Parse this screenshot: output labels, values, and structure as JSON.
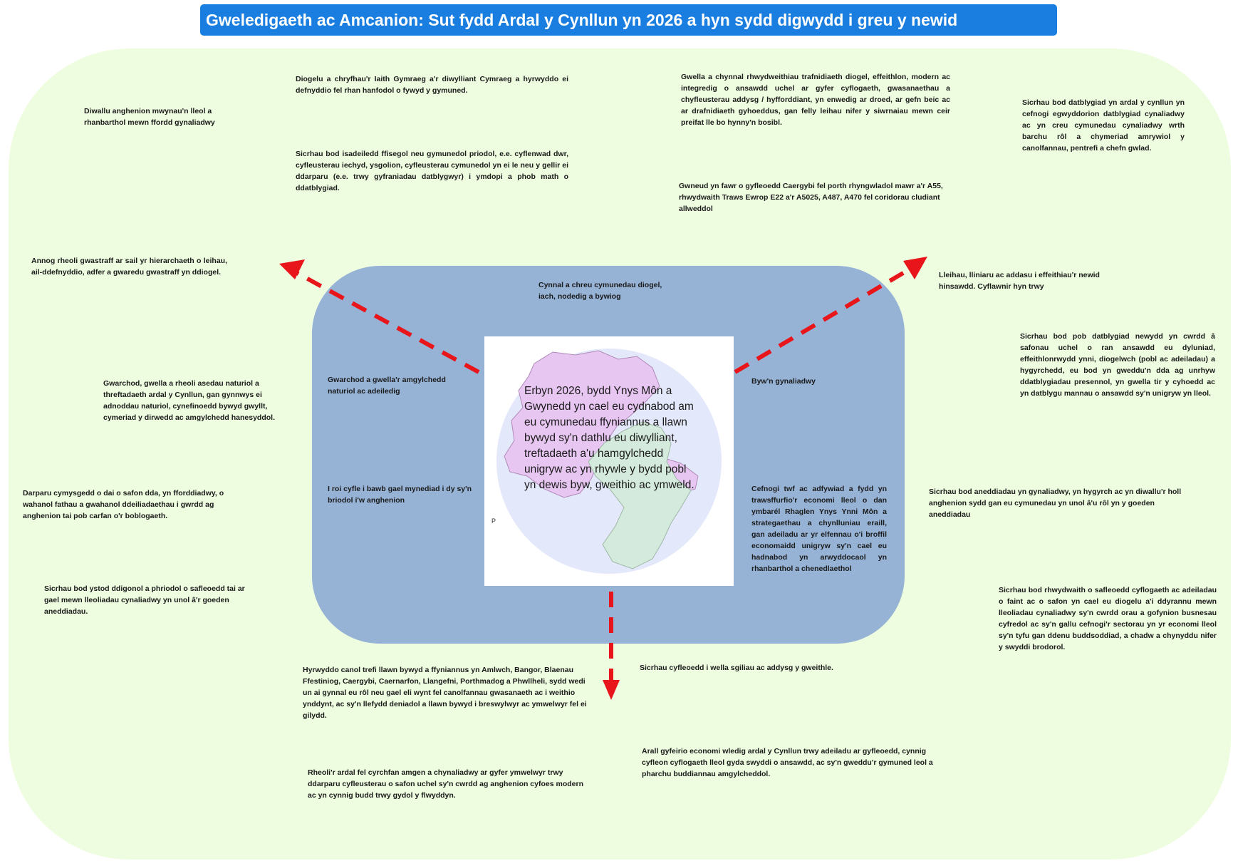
{
  "title": "Gweledigaeth ac Amcanion:  Sut fydd Ardal y Cynllun yn 2026 a hyn sydd digwydd i greu y newid",
  "vision": "Erbyn 2026, bydd Ynys Môn a Gwynedd yn cael eu cydnabod am eu cymunedau ffyniannus a llawn bywyd sy'n dathlu eu diwylliant, treftadaeth a'u hamgylchedd unigryw ac yn rhywle y bydd pobl yn dewis byw, gweithio ac ymweld.",
  "map_label": "P",
  "themes": {
    "communities": "Cynnal a chreu cymunedau diogel, iach, nodedig a bywiog",
    "environment": "Gwarchod a gwella'r amgylchedd naturiol ac adeiledig",
    "sustainable": "Byw'n gynaliadwy",
    "housing": "I roi cyfle i bawb gael mynediad i dy sy'n briodol i'w anghenion",
    "economy": "Cefnogi twf ac adfywiad a fydd yn trawsffurfio'r economi lleol o dan ymbarél Rhaglen Ynys Ynni Môn a strategaethau a chynlluniau eraill, gan adeiladu ar yr elfennau o'i broffil economaidd unigryw sy'n cael eu hadnabod yn arwyddocaol yn rhanbarthol a chenedlaethol"
  },
  "objectives": {
    "regional_needs": "Diwallu anghenion mwynau'n lleol a rhanbarthol mewn ffordd gynaliadwy",
    "welsh_language": "Diogelu a chryfhau'r Iaith Gymraeg a'r diwylliant Cymraeg a hyrwyddo ei defnyddio fel rhan hanfodol o fywyd y gymuned.",
    "infrastructure": "Sicrhau bod isadeiledd ffisegol neu gymunedol priodol, e.e. cyflenwad dwr, cyfleusterau iechyd, ysgolion, cyfleusterau cymunedol yn ei le neu y gellir ei ddarparu (e.e. trwy gyfraniadau datblygwyr) i ymdopi a phob math o ddatblygiad.",
    "transport": "Gwella a chynnal rhwydweithiau trafnidiaeth diogel, effeithlon, modern ac integredig o ansawdd uchel ar gyfer cyflogaeth, gwasanaethau a chyfleusterau addysg / hyfforddiant, yn enwedig ar droed, ar gefn beic ac ar drafnidiaeth gyhoeddus, gan felly leihau nifer y siwrnaiau mewn ceir preifat lle bo hynny'n bosibl.",
    "holyhead_port": "Gwneud yn fawr o gyfleoedd Caergybi fel porth rhyngwladol mawr a'r A55, rhwydwaith Traws Ewrop E22 a'r A5025, A487, A470 fel coridorau cludiant allweddol",
    "dev_patterns": "Sicrhau bod datblygiad yn ardal y cynllun yn cefnogi egwyddorion datblygiad cynaliadwy ac yn creu cymunedau cynaliadwy wrth barchu rôl a chymeriad amrywiol y canolfannau, pentrefi a chefn gwlad.",
    "waste": "Annog rheoli gwastraff ar sail yr hierarchaeth o leihau, ail-ddefnyddio, adfer a gwaredu gwastraff yn ddiogel.",
    "climate": "Lleihau, lliniaru ac addasu i effeithiau'r newid hinsawdd. Cyflawnir hyn trwy",
    "natural_assets": "Gwarchod, gwella a rheoli asedau naturiol a threftadaeth ardal y Cynllun, gan gynnwys ei adnoddau naturiol, cynefinoedd bywyd gwyllt, cymeriad y dirwedd ac amgylchedd hanesyddol.",
    "design_quality": "Sicrhau bod pob datblygiad newydd yn cwrdd â safonau uchel o ran ansawdd eu dyluniad, effeithlonrwydd ynni, diogelwch (pobl ac adeiladau) a hygyrchedd, eu bod yn gweddu'n dda ag unrhyw ddatblygiadau presennol, yn gwella tir y cyhoedd ac yn datblygu mannau o ansawdd sy'n unigryw yn lleol.",
    "housing_mix": "Darparu cymysgedd o dai o safon dda, yn fforddiadwy, o wahanol fathau a gwahanol ddeiliadaethau i gwrdd ag anghenion tai pob carfan o'r boblogaeth.",
    "settlement_housing": "Sicrhau bod aneddiadau yn gynaliadwy, yn hygyrch ac yn diwallu'r holl anghenion sydd gan eu cymunedau yn unol â'u rôl yn y goeden aneddiadau",
    "housing_stock": "Sicrhau bod ystod ddigonol a phriodol o safleoedd tai ar gael mewn lleoliadau cynaliadwy yn unol â'r goeden aneddiadau.",
    "employment_sites": "Sicrhau bod rhwydwaith o safleoedd cyflogaeth ac adeiladau o faint ac o safon yn cael eu diogelu a'i ddyrannu mewn lleoliadau cynaliadwy sy'n cwrdd orau a gofynion busnesau cyfredol ac sy'n gallu cefnogi'r sectorau yn yr economi lleol sy'n tyfu gan ddenu buddsoddiad, a chadw a chynyddu nifer y swyddi brodorol.",
    "town_centres": "Hyrwyddo canol trefi llawn bywyd a ffyniannus yn Amlwch, Bangor, Blaenau Ffestiniog, Caergybi, Caernarfon, Llangefni, Porthmadog a Phwllheli, sydd wedi un ai gynnal eu rôl neu gael eli wynt fel canolfannau gwasanaeth ac i weithio ynddynt, ac sy'n llefydd deniadol a llawn bywyd i breswylwyr ac ymwelwyr fel ei gilydd.",
    "skills": "Sicrhau cyfleoedd i wella sgiliau ac addysg y gweithle.",
    "tourism": "Rheoli'r ardal fel cyrchfan amgen a chynaliadwy ar gyfer ymwelwyr trwy ddarparu cyfleusterau o safon uchel sy'n cwrdd ag anghenion cyfoes modern ac yn cynnig budd trwy gydol y flwyddyn.",
    "rural_economy": "Arall gyfeirio economi wledig ardal y Cynllun trwy adeiladu ar gyfleoedd, cynnig cyfleon cyflogaeth lleol gyda swyddi o ansawdd, ac sy'n gweddu'r gymuned leol a pharchu buddiannau amgylcheddol."
  },
  "colors": {
    "title_bg": "#1a7ee0",
    "outer_bg": "#eefde0",
    "inner_bg": "#96b3d6",
    "arrow": "#e8151b",
    "map_anglesey": "#e8c6f2",
    "map_gwynedd": "#d4eadc"
  }
}
